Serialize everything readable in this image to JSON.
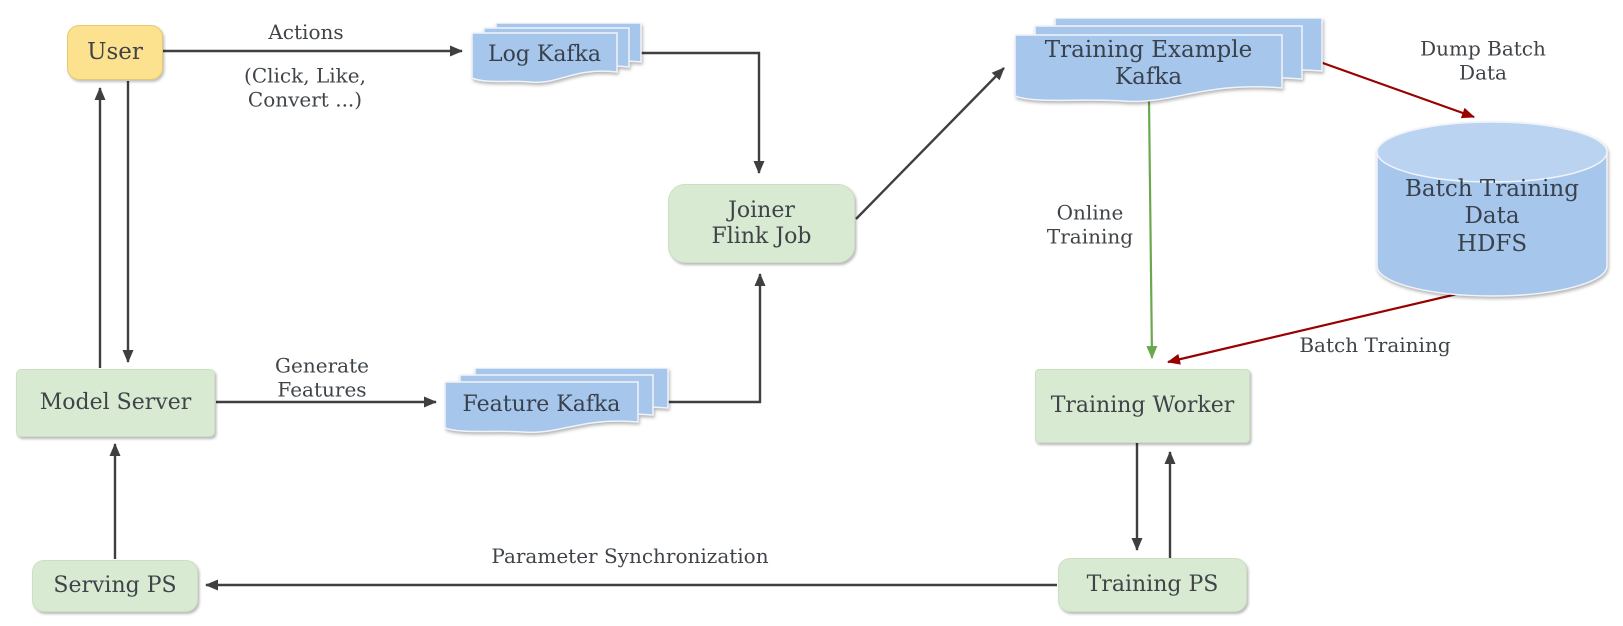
{
  "nodes": {
    "user": {
      "label": "User",
      "shape": "rounded-box",
      "fill": "#FCE18F"
    },
    "model_server": {
      "label": "Model Server",
      "shape": "box",
      "fill": "#D9EAD3"
    },
    "serving_ps": {
      "label": "Serving PS",
      "shape": "rounded-box",
      "fill": "#D9EAD3"
    },
    "joiner_flink_job": {
      "label": "Joiner\nFlink Job",
      "shape": "rounded-box",
      "fill": "#D9EAD3"
    },
    "training_worker": {
      "label": "Training Worker",
      "shape": "box",
      "fill": "#D9EAD3"
    },
    "training_ps": {
      "label": "Training PS",
      "shape": "rounded-box",
      "fill": "#D9EAD3"
    },
    "log_kafka": {
      "label": "Log Kafka",
      "shape": "document-stack",
      "fill": "#A6C6EC"
    },
    "feature_kafka": {
      "label": "Feature Kafka",
      "shape": "document-stack",
      "fill": "#A6C6EC"
    },
    "training_example_kafka": {
      "label": "Training Example\nKafka",
      "shape": "document-stack",
      "fill": "#A6C6EC"
    },
    "batch_training_data_hdfs": {
      "label": "Batch Training Data\nHDFS",
      "shape": "cylinder",
      "fill": "#A6C6EC"
    }
  },
  "edge_labels": {
    "actions": "Actions",
    "actions_detail": "(Click, Like,\nConvert ...)",
    "generate_features": "Generate\nFeatures",
    "online_training": "Online\nTraining",
    "dump_batch_data": "Dump Batch Data",
    "batch_training": "Batch Training",
    "parameter_synchronization": "Parameter Synchronization"
  },
  "edges": [
    {
      "from": "User",
      "to": "Log Kafka",
      "label": "Actions (Click, Like, Convert ...)",
      "color": "dark"
    },
    {
      "from": "Log Kafka",
      "to": "Joiner Flink Job",
      "label": "",
      "color": "dark"
    },
    {
      "from": "Model Server",
      "to": "Feature Kafka",
      "label": "Generate Features",
      "color": "dark"
    },
    {
      "from": "Feature Kafka",
      "to": "Joiner Flink Job",
      "label": "",
      "color": "dark"
    },
    {
      "from": "Joiner Flink Job",
      "to": "Training Example Kafka",
      "label": "",
      "color": "dark"
    },
    {
      "from": "Training Example Kafka",
      "to": "Training Worker",
      "label": "Online Training",
      "color": "green"
    },
    {
      "from": "Training Example Kafka",
      "to": "Batch Training Data HDFS",
      "label": "Dump Batch Data",
      "color": "red"
    },
    {
      "from": "Batch Training Data HDFS",
      "to": "Training Worker",
      "label": "Batch Training",
      "color": "red"
    },
    {
      "from": "Training Worker",
      "to": "Training PS",
      "label": "",
      "color": "dark"
    },
    {
      "from": "Training PS",
      "to": "Training Worker",
      "label": "",
      "color": "dark"
    },
    {
      "from": "Training PS",
      "to": "Serving PS",
      "label": "Parameter Synchronization",
      "color": "dark"
    },
    {
      "from": "Serving PS",
      "to": "Model Server",
      "label": "",
      "color": "dark"
    },
    {
      "from": "Model Server",
      "to": "User",
      "label": "",
      "color": "dark"
    },
    {
      "from": "User",
      "to": "Model Server",
      "label": "",
      "color": "dark"
    }
  ],
  "colors": {
    "background": "#FFFFFF",
    "node_green": "#D9EAD3",
    "node_yellow": "#FCE18F",
    "node_blue": "#A6C6EC",
    "node_blue_light": "#B9D3F0",
    "arrow_dark": "#3F3F3F",
    "arrow_red": "#990000",
    "arrow_green": "#6AA84F",
    "text": "#3F4448"
  }
}
